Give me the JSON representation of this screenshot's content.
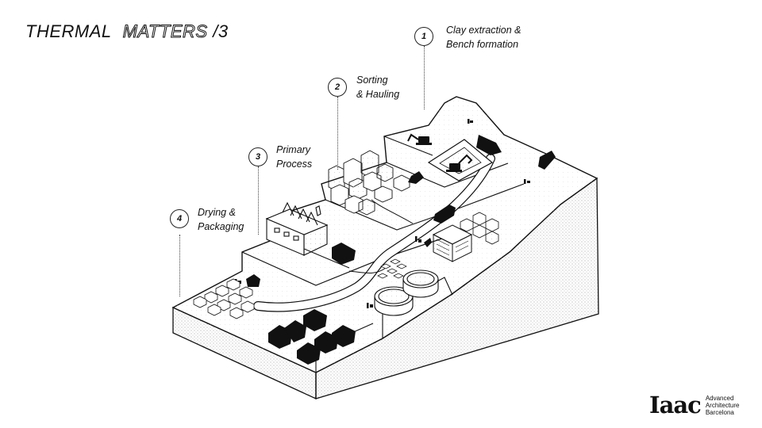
{
  "title": {
    "word1": "THERMAL",
    "word2": "MATTERS",
    "word3": "/3"
  },
  "steps": [
    {
      "num": "1",
      "line1": "Clay extraction &",
      "line2": "Bench formation"
    },
    {
      "num": "2",
      "line1": "Sorting",
      "line2": "& Hauling"
    },
    {
      "num": "3",
      "line1": "Primary",
      "line2": "Process"
    },
    {
      "num": "4",
      "line1": "Drying &",
      "line2": "Packaging"
    }
  ],
  "logo": {
    "mark": "Iaac",
    "line1": "Advanced",
    "line2": "Architecture",
    "line3": "Barcelona"
  },
  "colors": {
    "ink": "#111111",
    "ground_fill": "#ffffff",
    "stipple": "#8a8a8a"
  }
}
